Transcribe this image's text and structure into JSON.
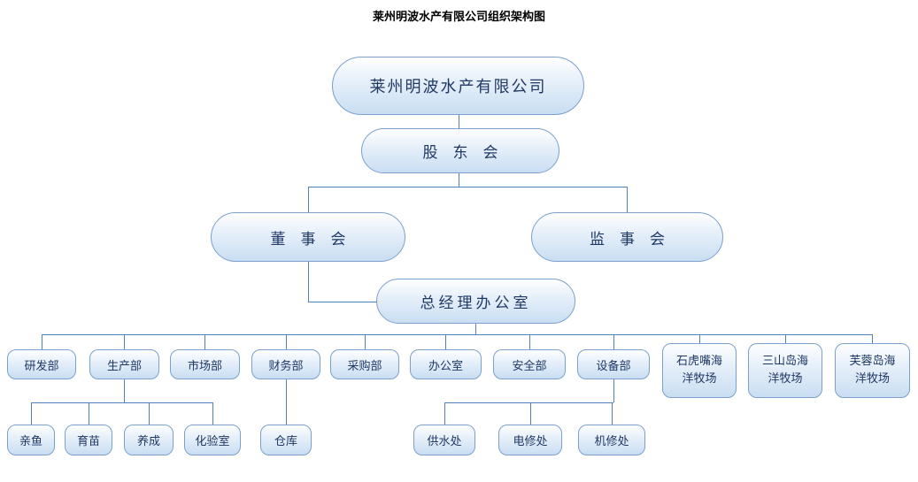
{
  "title": "莱州明波水产有限公司组织架构图",
  "org": {
    "company": {
      "label": "莱州明波水产有限公司"
    },
    "shareholders": {
      "label": "股　东　会"
    },
    "board": {
      "label": "董　事　会"
    },
    "supervisory": {
      "label": "监　事　会"
    },
    "gm_office": {
      "label": "总经理办公室"
    },
    "departments": [
      {
        "line1": "研发部"
      },
      {
        "line1": "生产部"
      },
      {
        "line1": "市场部"
      },
      {
        "line1": "财务部"
      },
      {
        "line1": "采购部"
      },
      {
        "line1": "办公室"
      },
      {
        "line1": "安全部"
      },
      {
        "line1": "设备部"
      },
      {
        "line1": "石虎嘴海",
        "line2": "洋牧场"
      },
      {
        "line1": "三山岛海",
        "line2": "洋牧场"
      },
      {
        "line1": "芙蓉岛海",
        "line2": "洋牧场"
      }
    ],
    "production_subs": [
      {
        "label": "亲鱼"
      },
      {
        "label": "育苗"
      },
      {
        "label": "养成"
      },
      {
        "label": "化验室"
      }
    ],
    "finance_subs": [
      {
        "label": "仓库"
      }
    ],
    "equipment_subs": [
      {
        "label": "供水处"
      },
      {
        "label": "电修处"
      },
      {
        "label": "机修处"
      }
    ]
  },
  "colors": {
    "box_border": "#7ba0cd",
    "box_fill_top": "#ffffff",
    "box_fill_mid": "#e7f0fa",
    "box_fill_bottom": "#c9def2",
    "connector": "#4f81bd",
    "text": "#1f3864"
  }
}
